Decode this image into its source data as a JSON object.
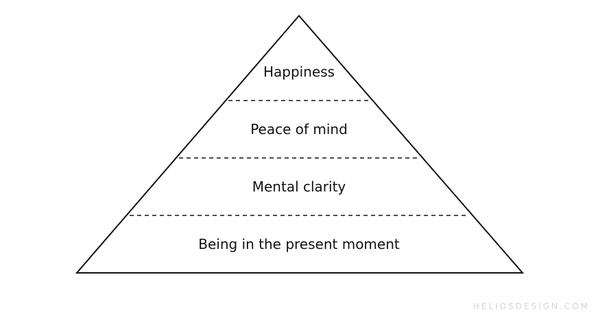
{
  "diagram": {
    "levels": [
      {
        "label": "Happiness"
      },
      {
        "label": "Peace of mind"
      },
      {
        "label": "Mental clarity"
      },
      {
        "label": "Being in the present moment"
      }
    ],
    "line_color": "#111111",
    "text_color": "#111111"
  },
  "watermark": {
    "text": "HELIOSDESIGN.COM",
    "color": "#d4d4d4"
  }
}
